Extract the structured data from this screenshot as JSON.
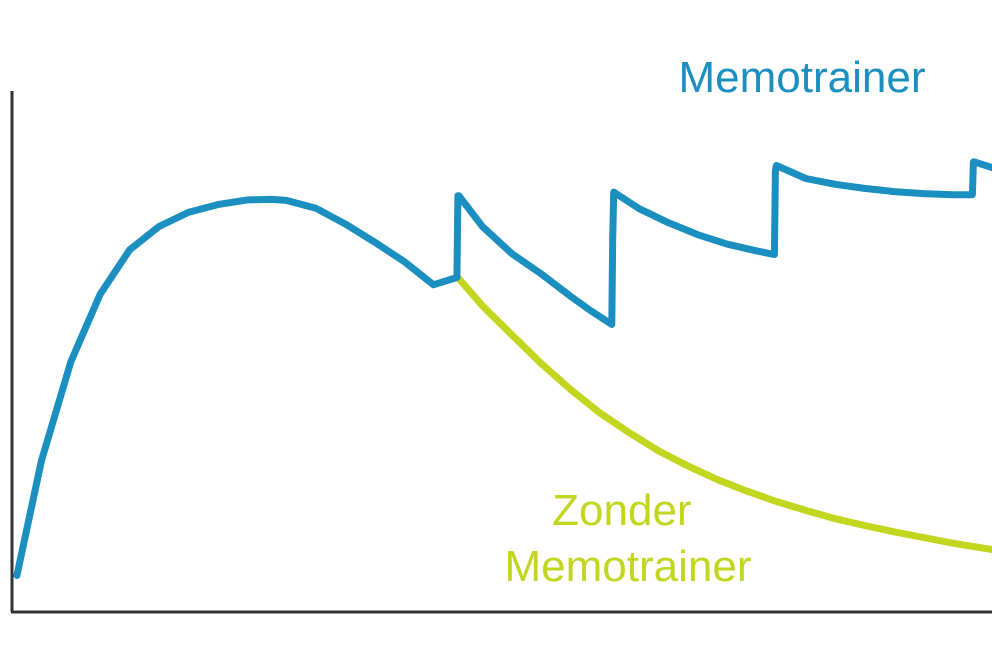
{
  "chart_data": {
    "type": "line",
    "title": "",
    "xlabel": "",
    "ylabel": "",
    "xlim": [
      0,
      100
    ],
    "ylim": [
      0,
      100
    ],
    "grid": false,
    "legend": "none",
    "series": [
      {
        "name": "Memotrainer",
        "color": "#1a8fc0",
        "label_lines": [
          "Memotrainer"
        ],
        "x": [
          0.5,
          3,
          6,
          9,
          12,
          15,
          18,
          21,
          24,
          26.5,
          28,
          31,
          34,
          37,
          40,
          43,
          45.4,
          45.5,
          45.6,
          48,
          51,
          54,
          57,
          59,
          61.2,
          61.3,
          61.4,
          64,
          67,
          70,
          73,
          76,
          77.8,
          77.9,
          78,
          81,
          84,
          87,
          90,
          93,
          96,
          98,
          98.1,
          98.2,
          100
        ],
        "y": [
          7,
          29,
          48,
          61,
          69.5,
          74,
          76.7,
          78.2,
          79.1,
          79.2,
          79.0,
          77.5,
          74.5,
          71,
          67.3,
          62.8,
          64.2,
          79.9,
          79.9,
          74,
          68.8,
          64.9,
          60.6,
          57.9,
          55.2,
          71.5,
          80.6,
          77.4,
          74.7,
          72.4,
          70.6,
          69.3,
          68.6,
          84.6,
          85.7,
          83.2,
          82.1,
          81.3,
          80.7,
          80.3,
          80.1,
          80.1,
          86.4,
          86.4,
          85.3
        ]
      },
      {
        "name": "Zonder Memotrainer",
        "color": "#c2d51f",
        "label_lines": [
          "Zonder",
          "Memotrainer"
        ],
        "x": [
          45.5,
          48,
          51,
          54,
          57,
          60,
          63,
          66,
          69,
          72,
          75,
          78,
          81,
          84,
          87,
          90,
          93,
          96,
          100
        ],
        "y": [
          64.2,
          58.8,
          53.2,
          47.7,
          42.7,
          38.2,
          34.4,
          30.9,
          28.0,
          25.4,
          23.2,
          21.2,
          19.5,
          17.9,
          16.6,
          15.4,
          14.3,
          13.2,
          12.0
        ]
      }
    ]
  }
}
